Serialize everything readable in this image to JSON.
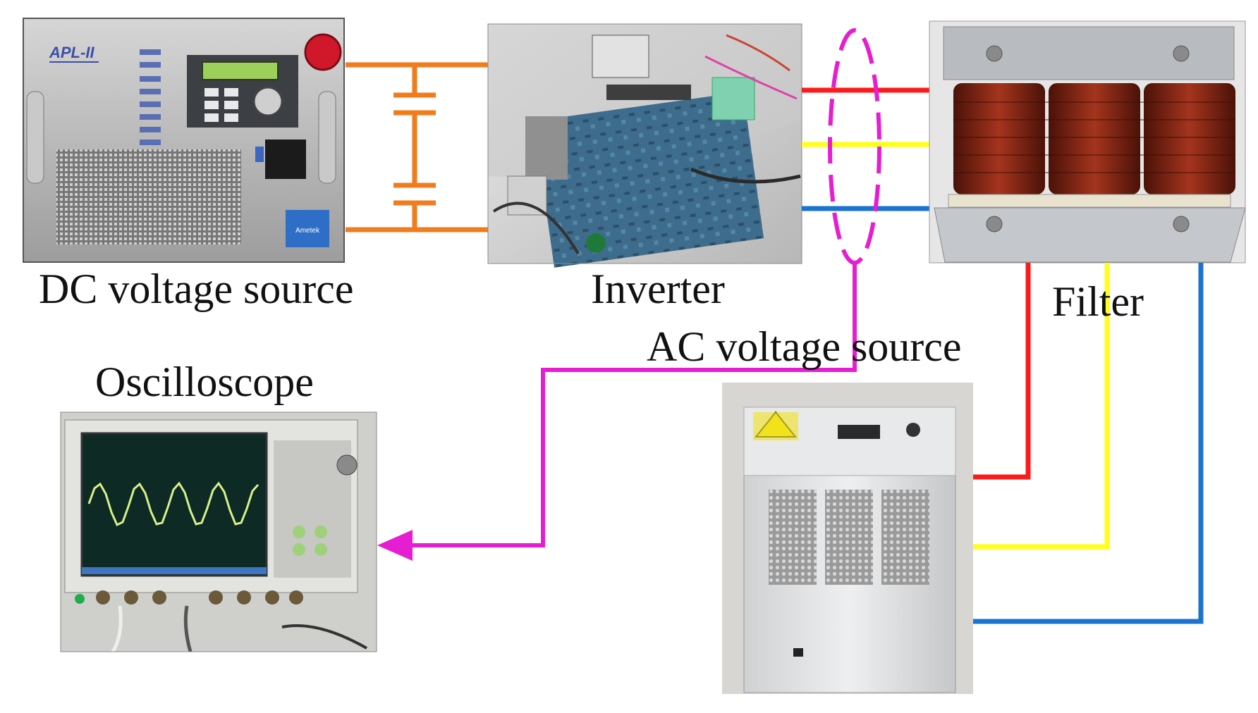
{
  "labels": {
    "dc_source": "DC voltage source",
    "inverter": "Inverter",
    "filter": "Filter",
    "ac_source": "AC voltage source",
    "oscilloscope": "Oscilloscope"
  },
  "device_text": {
    "dc_brand": "APL-II",
    "dc_badge": "Ametek"
  },
  "colors": {
    "dc_bus": "#f07c1e",
    "phase_a": "#ff1a1a",
    "phase_b": "#ffff1a",
    "phase_c": "#1a73d1",
    "measurement": "#e61ed2"
  }
}
